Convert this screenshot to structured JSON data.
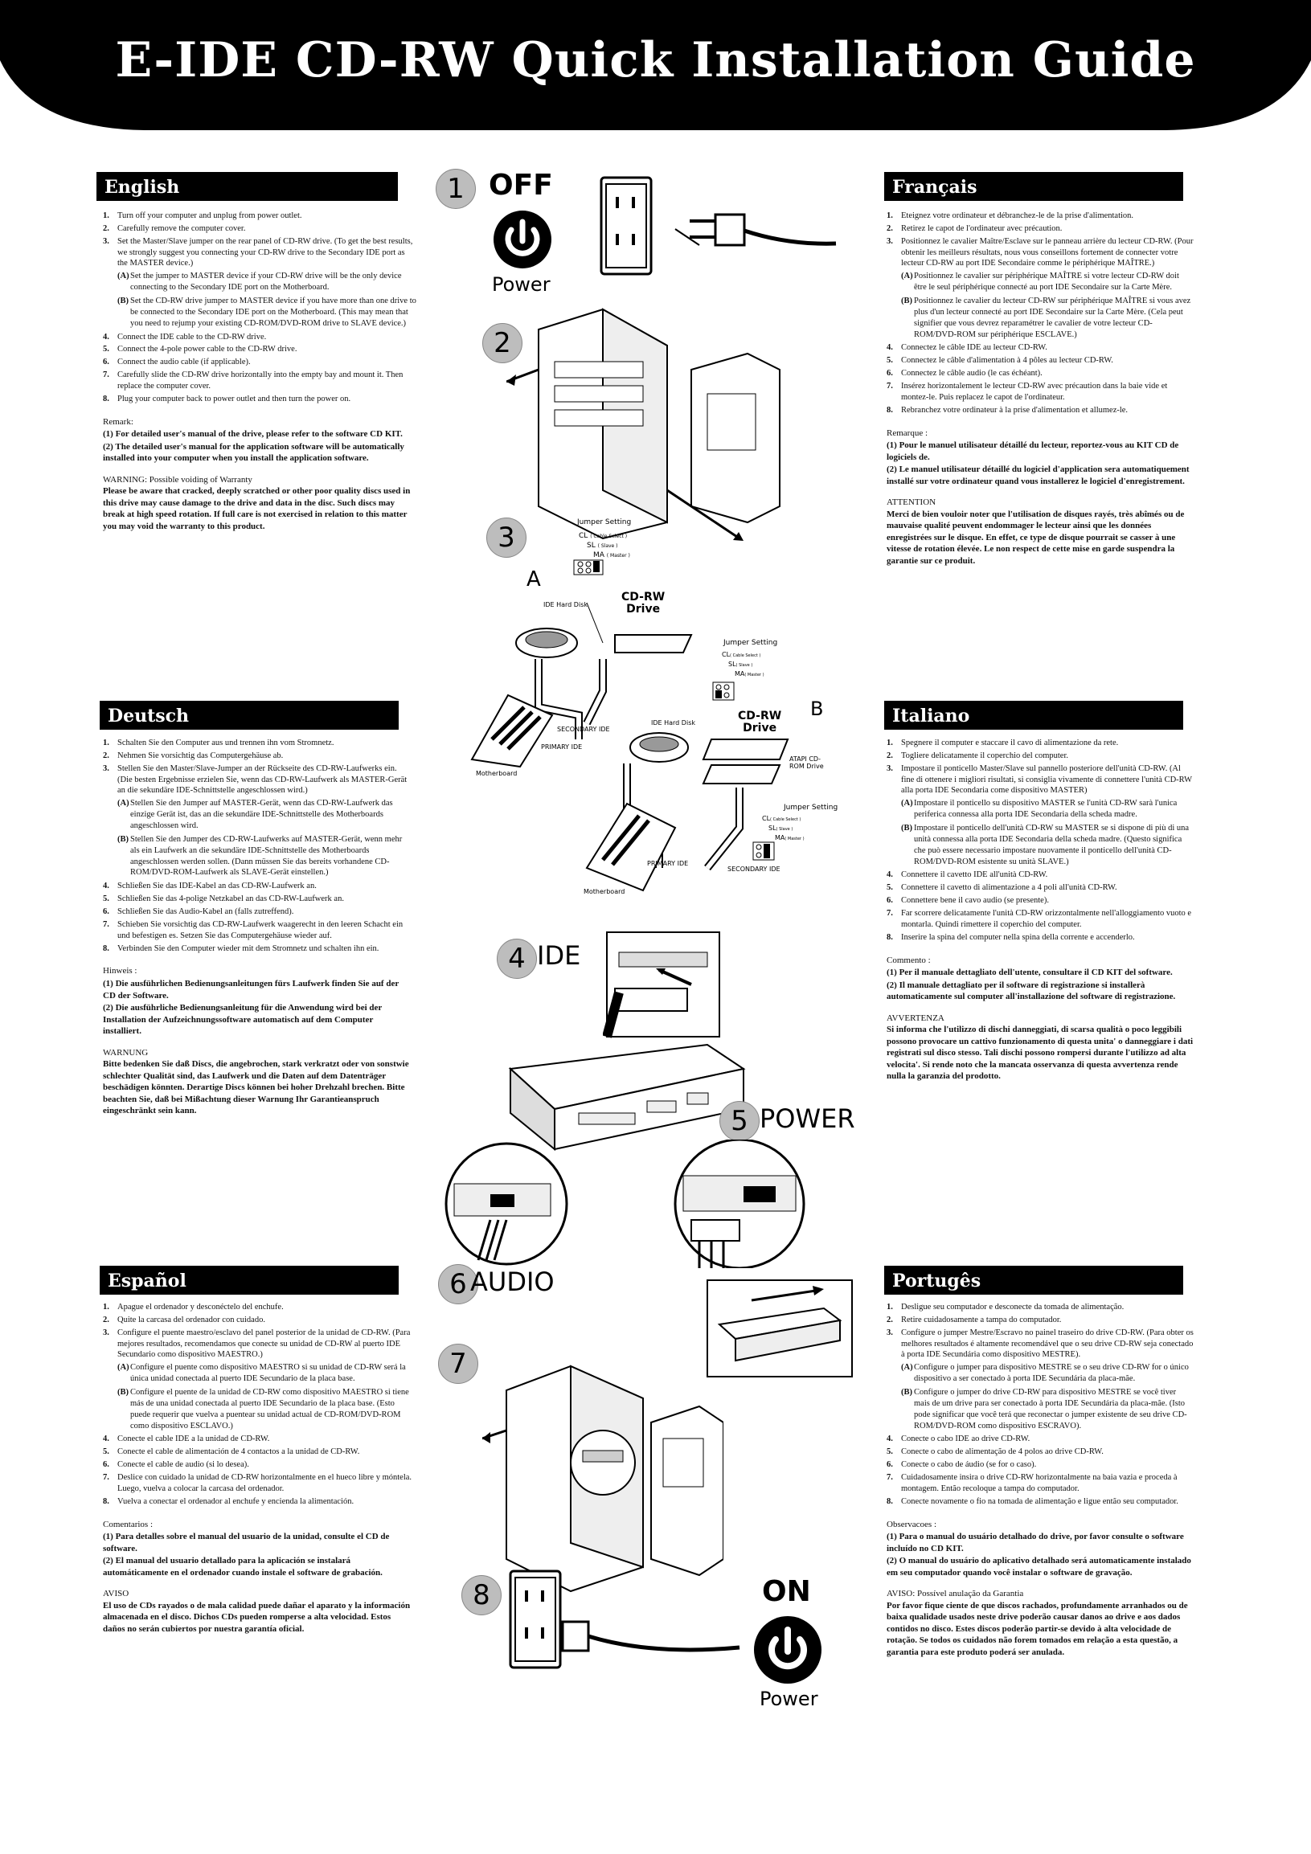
{
  "title": "E-IDE CD-RW Quick Installation Guide",
  "sections": {
    "english": {
      "heading": "English",
      "steps": [
        {
          "n": "1.",
          "t": "Turn off your computer and unplug from power outlet."
        },
        {
          "n": "2.",
          "t": "Carefully remove the computer cover."
        },
        {
          "n": "3.",
          "t": "Set the Master/Slave jumper on the rear panel of CD-RW drive. (To get the best results, we strongly suggest you connecting your CD-RW drive to the Secondary IDE port as the MASTER device.)"
        }
      ],
      "subs": [
        {
          "n": "(A)",
          "t": "Set the jumper to MASTER device if your CD-RW drive will be the only device connecting to the Secondary IDE port on the Motherboard."
        },
        {
          "n": "(B)",
          "t": "Set the CD-RW drive jumper to MASTER device if you have more than one drive to be connected to the Secondary IDE port on the Motherboard. (This may mean that you need to rejump your existing CD-ROM/DVD-ROM drive to SLAVE device.)"
        }
      ],
      "steps2": [
        {
          "n": "4.",
          "t": "Connect the IDE cable to the CD-RW drive."
        },
        {
          "n": "5.",
          "t": "Connect the 4-pole power cable to the CD-RW drive."
        },
        {
          "n": "6.",
          "t": "Connect the audio cable (if applicable)."
        },
        {
          "n": "7.",
          "t": "Carefully slide the CD-RW drive horizontally into the empty bay and mount it. Then replace the computer cover."
        },
        {
          "n": "8.",
          "t": "Plug your computer back to power outlet and then turn the power on."
        }
      ],
      "remark_title": "Remark:",
      "remarks": [
        "(1)  For detailed user's manual of the drive, please refer to the software CD KIT.",
        "(2)  The detailed user's manual for the application software will be automatically installed into your computer when you install the application software."
      ],
      "warn_title": "WARNING: Possible voiding of Warranty",
      "warn_body": "Please be aware that cracked, deeply scratched or other poor quality discs used in this drive may cause damage to the drive and data in the disc. Such discs may break at high speed rotation. If full care is not exercised in relation to this matter you may void the warranty to this product."
    },
    "francais": {
      "heading": "Français",
      "steps": [
        {
          "n": "1.",
          "t": "Eteignez votre ordinateur et débranchez-le de la prise d'alimentation."
        },
        {
          "n": "2.",
          "t": "Retirez le capot de l'ordinateur avec précaution."
        },
        {
          "n": "3.",
          "t": "Positionnez le cavalier Maître/Esclave sur le panneau arrière du lecteur CD-RW. (Pour obtenir les meilleurs résultats, nous vous conseillons fortement de connecter votre lecteur CD-RW au port IDE Secondaire comme le périphérique MAÎTRE.)"
        }
      ],
      "subs": [
        {
          "n": "(A)",
          "t": "Positionnez le cavalier sur périphérique MAÎTRE si votre lecteur CD-RW doit être le seul périphérique connecté au port IDE Secondaire sur la Carte Mère."
        },
        {
          "n": "(B)",
          "t": "Positionnez le cavalier du lecteur CD-RW sur périphérique MAÎTRE si vous avez plus d'un lecteur connecté au port IDE Secondaire sur la Carte Mère. (Cela peut signifier que vous devrez reparamétrer le cavalier de votre lecteur CD-ROM/DVD-ROM sur périphérique ESCLAVE.)"
        }
      ],
      "steps2": [
        {
          "n": "4.",
          "t": "Connectez le câble IDE au lecteur CD-RW."
        },
        {
          "n": "5.",
          "t": "Connectez le câble d'alimentation à 4 pôles au lecteur CD-RW."
        },
        {
          "n": "6.",
          "t": "Connectez le câble audio (le cas échéant)."
        },
        {
          "n": "7.",
          "t": "Insérez horizontalement le lecteur CD-RW avec précaution dans la baie vide et montez-le. Puis replacez le capot de l'ordinateur."
        },
        {
          "n": "8.",
          "t": "Rebranchez votre ordinateur à la prise d'alimentation et allumez-le."
        }
      ],
      "remark_title": "Remarque :",
      "remarks": [
        "(1)  Pour le manuel utilisateur détaillé du lecteur, reportez-vous au KIT CD de logiciels de.",
        "(2)  Le manuel utilisateur détaillé du logiciel d'application sera automatiquement installé sur votre ordinateur quand vous installerez le logiciel d'enregistrement."
      ],
      "warn_title": "ATTENTION",
      "warn_body": "Merci de bien vouloir noter que l'utilisation de disques rayés, très abîmés ou de mauvaise qualité peuvent endommager le lecteur ainsi que les données enregistrées sur le disque. En effet, ce type de disque pourrait se casser à une vitesse de rotation élevée. Le non respect de cette mise en garde suspendra la garantie sur ce produit."
    },
    "deutsch": {
      "heading": "Deutsch",
      "steps": [
        {
          "n": "1.",
          "t": "Schalten Sie den Computer aus und trennen ihn vom Stromnetz."
        },
        {
          "n": "2.",
          "t": "Nehmen Sie vorsichtig das Computergehäuse ab."
        },
        {
          "n": "3.",
          "t": "Stellen Sie den Master/Slave-Jumper an der Rückseite des CD-RW-Laufwerks ein. (Die besten Ergebnisse erzielen Sie, wenn das CD-RW-Laufwerk als MASTER-Gerät an die sekundäre IDE-Schnittstelle angeschlossen wird.)"
        }
      ],
      "subs": [
        {
          "n": "(A)",
          "t": "Stellen Sie den Jumper auf MASTER-Gerät, wenn das CD-RW-Laufwerk das einzige Gerät ist, das an die sekundäre IDE-Schnittstelle des Motherboards angeschlossen wird."
        },
        {
          "n": "(B)",
          "t": "Stellen Sie den Jumper des CD-RW-Laufwerks auf MASTER-Gerät, wenn mehr als ein Laufwerk an die sekundäre IDE-Schnittstelle des Motherboards angeschlossen werden sollen. (Dann müssen Sie das bereits vorhandene CD-ROM/DVD-ROM-Laufwerk als SLAVE-Gerät einstellen.)"
        }
      ],
      "steps2": [
        {
          "n": "4.",
          "t": "Schließen Sie das IDE-Kabel an das CD-RW-Laufwerk an."
        },
        {
          "n": "5.",
          "t": "Schließen Sie das 4-polige Netzkabel an das CD-RW-Laufwerk an."
        },
        {
          "n": "6.",
          "t": "Schließen Sie das Audio-Kabel an (falls zutreffend)."
        },
        {
          "n": "7.",
          "t": "Schieben Sie vorsichtig das CD-RW-Laufwerk waagerecht in den leeren Schacht ein und befestigen es. Setzen Sie das Computergehäuse wieder auf."
        },
        {
          "n": "8.",
          "t": "Verbinden Sie den Computer wieder mit dem Stromnetz und schalten ihn ein."
        }
      ],
      "remark_title": "Hinweis :",
      "remarks": [
        "(1)  Die ausführlichen Bedienungsanleitungen fürs Laufwerk finden Sie auf der CD der Software.",
        "(2)  Die ausführliche Bedienungsanleitung für die Anwendung wird bei der Installation der Aufzeichnungssoftware automatisch auf dem Computer installiert."
      ],
      "warn_title": "WARNUNG",
      "warn_body": "Bitte bedenken Sie daß Discs, die angebrochen, stark verkratzt oder von sonstwie schlechter Qualität sind, das Laufwerk und die Daten auf dem Datenträger beschädigen könnten. Derartige Discs können bei hoher Drehzahl brechen. Bitte beachten Sie, daß bei Mißachtung dieser Warnung Ihr Garantieanspruch eingeschränkt sein kann."
    },
    "italiano": {
      "heading": "Italiano",
      "steps": [
        {
          "n": "1.",
          "t": "Spegnere il computer e staccare il cavo di alimentazione da rete."
        },
        {
          "n": "2.",
          "t": "Togliere delicatamente il coperchio del computer."
        },
        {
          "n": "3.",
          "t": "Impostare il ponticello Master/Slave sul pannello posteriore dell'unità CD-RW. (Al fine di ottenere i migliori risultati, si consiglia vivamente di connettere l'unità CD-RW alla porta IDE Secondaria come dispositivo MASTER)"
        }
      ],
      "subs": [
        {
          "n": "(A)",
          "t": "Impostare il ponticello su dispositivo MASTER se l'unità CD-RW sarà l'unica periferica connessa alla porta IDE Secondaria della scheda madre."
        },
        {
          "n": "(B)",
          "t": "Impostare il ponticello dell'unità CD-RW su MASTER se si dispone di più di una unità connessa alla porta IDE Secondaria della scheda madre. (Questo significa che può essere necessario impostare nuovamente il ponticello dell'unità CD-ROM/DVD-ROM esistente su unità SLAVE.)"
        }
      ],
      "steps2": [
        {
          "n": "4.",
          "t": "Connettere il cavetto IDE all'unità CD-RW."
        },
        {
          "n": "5.",
          "t": "Connettere il cavetto di alimentazione a 4 poli all'unità CD-RW."
        },
        {
          "n": "6.",
          "t": "Connettere bene il cavo audio (se presente)."
        },
        {
          "n": "7.",
          "t": "Far scorrere delicatamente l'unità CD-RW orizzontalmente nell'alloggiamento vuoto e montarla. Quindi rimettere il coperchio del computer."
        },
        {
          "n": "8.",
          "t": "Inserire la spina del computer nella spina della corrente e accenderlo."
        }
      ],
      "remark_title": "Commento :",
      "remarks": [
        "(1)  Per il manuale dettagliato dell'utente, consultare il CD KIT del software.",
        "(2)  Il manuale dettagliato per il software di registrazione si installerà automaticamente sul computer all'installazione del software di registrazione."
      ],
      "warn_title": "AVVERTENZA",
      "warn_body": "Si informa che l'utilizzo di dischi danneggiati, di scarsa qualità o poco leggibili possono provocare un cattivo funzionamento di questa unita' o danneggiare i dati registrati sul disco stesso. Tali dischi possono rompersi durante l'utilizzo ad alta velocita'. Si rende noto che la mancata osservanza di questa avvertenza rende nulla la garanzia del prodotto."
    },
    "espanol": {
      "heading": "Español",
      "steps": [
        {
          "n": "1.",
          "t": "Apague el ordenador y desconéctelo del enchufe."
        },
        {
          "n": "2.",
          "t": "Quite la carcasa del ordenador con cuidado."
        },
        {
          "n": "3.",
          "t": "Configure el puente maestro/esclavo del panel posterior de la unidad de CD-RW. (Para mejores resultados, recomendamos que conecte su unidad de CD-RW al puerto IDE Secundario como dispositivo MAESTRO.)"
        }
      ],
      "subs": [
        {
          "n": "(A)",
          "t": "Configure el puente como dispositivo MAESTRO si su unidad de CD-RW será la única unidad conectada al puerto IDE Secundario de la placa base."
        },
        {
          "n": "(B)",
          "t": "Configure el puente de la unidad de CD-RW como dispositivo MAESTRO si tiene más de una unidad conectada al puerto IDE Secundario de la placa base. (Esto puede requerir que vuelva a puentear su unidad actual de CD-ROM/DVD-ROM como dispositivo ESCLAVO.)"
        }
      ],
      "steps2": [
        {
          "n": "4.",
          "t": "Conecte el cable IDE a la unidad de CD-RW."
        },
        {
          "n": "5.",
          "t": "Conecte el cable de alimentación de 4 contactos a la unidad de CD-RW."
        },
        {
          "n": "6.",
          "t": "Conecte el cable de audio (si lo desea)."
        },
        {
          "n": "7.",
          "t": "Deslice con cuidado la unidad de CD-RW horizontalmente en el hueco libre y móntela. Luego, vuelva a colocar la carcasa del ordenador."
        },
        {
          "n": "8.",
          "t": "Vuelva a conectar el ordenador al enchufe y encienda la alimentación."
        }
      ],
      "remark_title": "Comentarios :",
      "remarks": [
        "(1)  Para detalles sobre el manual del usuario de la unidad, consulte el CD de software.",
        "(2)  El manual del usuario detallado para la aplicación se instalará automáticamente en el ordenador cuando instale el software de grabación."
      ],
      "warn_title": "AVISO",
      "warn_body": "El uso de CDs rayados o de mala calidad puede dañar el aparato y la información almacenada en el disco. Dichos CDs pueden romperse a alta velocidad. Estos daños no serán cubiertos por nuestra garantía oficial."
    },
    "portugues": {
      "heading": "Portugês",
      "steps": [
        {
          "n": "1.",
          "t": "Desligue seu computador e desconecte da tomada de alimentação."
        },
        {
          "n": "2.",
          "t": "Retire cuidadosamente a tampa do computador."
        },
        {
          "n": "3.",
          "t": "Configure o jumper Mestre/Escravo no painel traseiro do drive CD-RW. (Para obter os melhores resultados é altamente recomendável que o seu drive CD-RW seja conectado à porta IDE Secundária como dispositivo MESTRE)."
        }
      ],
      "subs": [
        {
          "n": "(A)",
          "t": "Configure o jumper para dispositivo MESTRE se o seu drive CD-RW for o único dispositivo a ser conectado à porta IDE Secundária da placa-mãe."
        },
        {
          "n": "(B)",
          "t": "Configure o jumper do drive CD-RW para dispositivo MESTRE se você tiver mais de um drive para ser conectado à porta IDE Secundária da placa-mãe. (Isto pode significar que você terá que reconectar o jumper existente de seu drive CD-ROM/DVD-ROM como dispositivo ESCRAVO)."
        }
      ],
      "steps2": [
        {
          "n": "4.",
          "t": "Conecte o cabo IDE ao drive CD-RW."
        },
        {
          "n": "5.",
          "t": "Conecte o cabo de alimentação de 4 polos ao drive CD-RW."
        },
        {
          "n": "6.",
          "t": "Conecte o cabo de áudio (se for o caso)."
        },
        {
          "n": "7.",
          "t": "Cuidadosamente insira o drive CD-RW horizontalmente na baia vazia e proceda à montagem. Então recoloque a tampa do computador."
        },
        {
          "n": "8.",
          "t": "Conecte novamente o fio na tomada de alimentação e ligue então seu computador."
        }
      ],
      "remark_title": "Observacoes :",
      "remarks": [
        "(1)  Para o manual do usuário detalhado do drive, por favor consulte o software incluído no CD KIT.",
        "(2)  O manual do usuário do aplicativo detalhado será automaticamente instalado em seu computador quando você instalar o software de gravação."
      ],
      "warn_title": "AVISO: Possível anulação da Garantia",
      "warn_body": "Por favor fique ciente de que discos rachados, profundamente arranhados ou de baixa qualidade usados neste drive poderão causar danos ao drive e aos dados contidos no disco. Estes discos poderão partir-se devido à alta velocidade de rotação. Se todos os cuidados não forem tomados em relação a esta questão, a garantia para este produto poderá ser anulada."
    }
  },
  "figures": {
    "step_numbers": [
      "1",
      "2",
      "3",
      "4",
      "5",
      "6",
      "7",
      "8"
    ],
    "off_label": "OFF",
    "on_label": "ON",
    "power_label": "Power",
    "ide_label": "IDE",
    "power_caps": "POWER",
    "audio_label": "AUDIO",
    "fig_a": "A",
    "fig_b": "B",
    "jumper_setting": "Jumper Setting",
    "cl": "CL",
    "cl_sub": "( Cable Select )",
    "sl": "SL",
    "sl_sub": "( Slave )",
    "ma": "MA",
    "ma_sub": "( Master )",
    "ide_hard_disk": "IDE Hard Disk",
    "cdrw_drive_1": "CD-RW",
    "cdrw_drive_2": "Drive",
    "secondary_ide": "SECONDARY IDE",
    "primary_ide": "PRIMARY IDE",
    "motherboard": "Motherboard",
    "atapi": "ATAPI CD-ROM Drive"
  },
  "colors": {
    "header_bg": "#000000",
    "label_bg": "#000000",
    "badge_bg": "#bdbdbd"
  }
}
